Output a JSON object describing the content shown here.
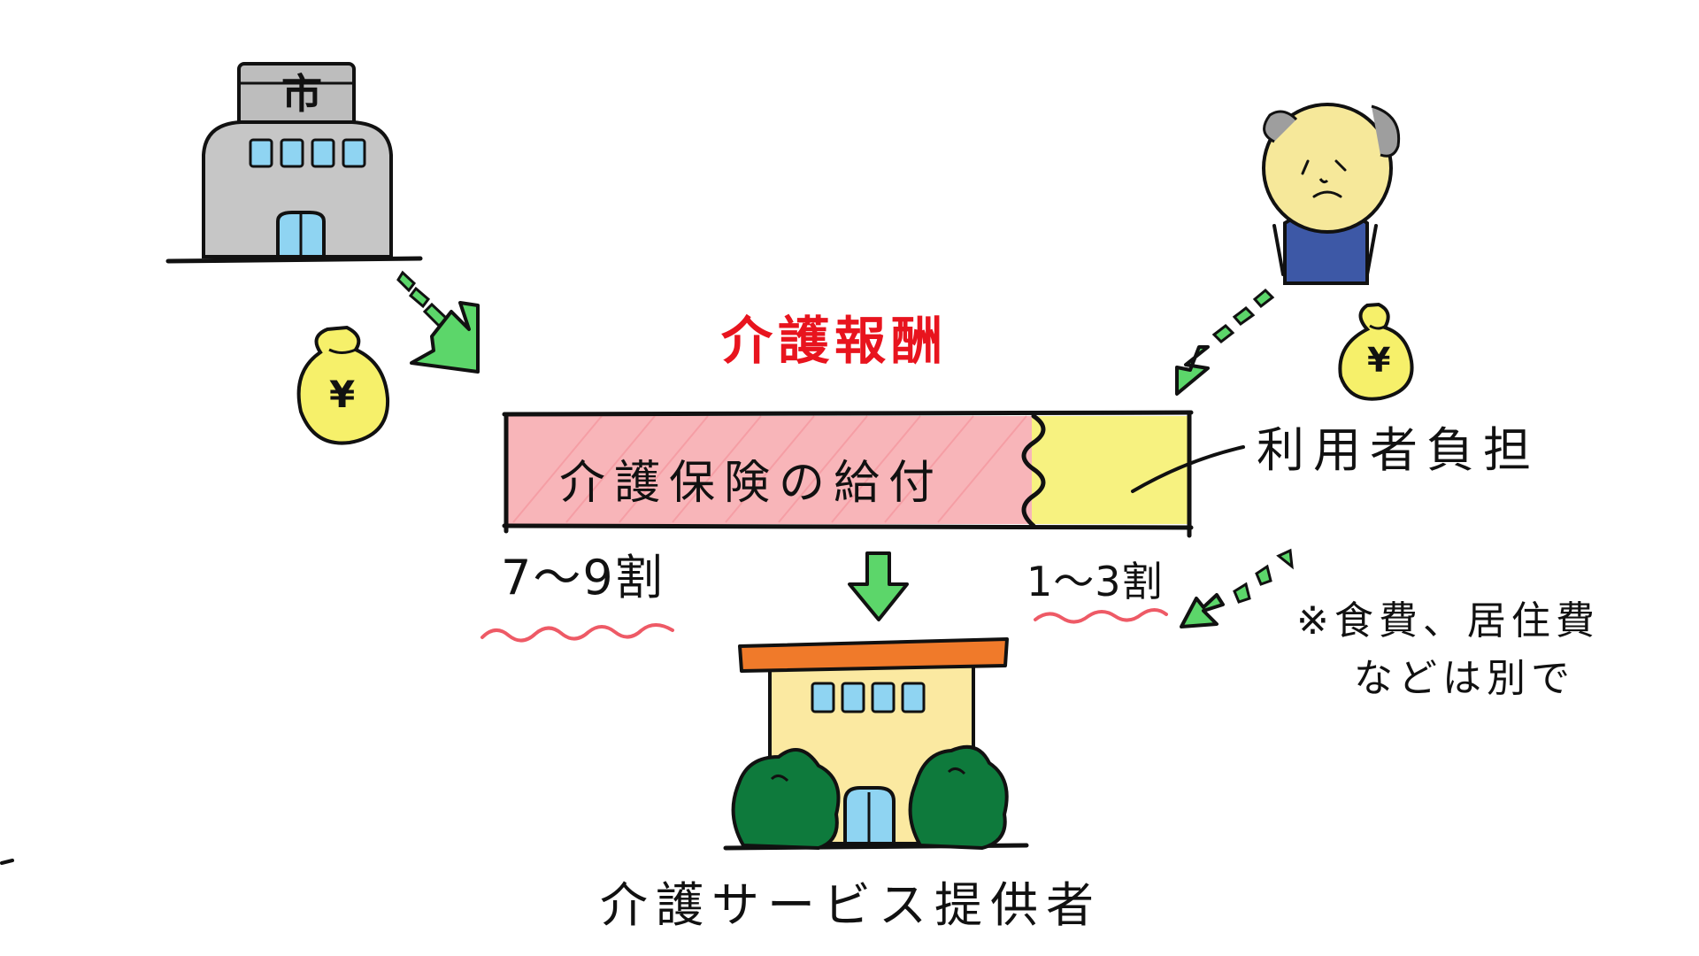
{
  "title": "介護報酬",
  "bar": {
    "left_label": "介護保険の給付",
    "left_share": "7～9割",
    "right_label": "利用者負担",
    "right_share": "1～3割"
  },
  "note": {
    "line1": "※食費、居住費",
    "line2": "などは別で"
  },
  "provider_label": "介護サービス提供者",
  "city_sign": "市",
  "money_symbol": "¥",
  "colors": {
    "title_red": "#e8141e",
    "insurance_fill": "#f7a8ad",
    "user_fill": "#f6f06a",
    "arrow_green": "#5cd66a",
    "underline_red": "#ee5a66",
    "roof_orange": "#f07a2a",
    "tree_green": "#0e7a3c",
    "building_gray": "#bdbdbd",
    "window_blue": "#8fd4f2",
    "person_shirt": "#3d58a6",
    "face_yellow": "#f6e89a"
  },
  "icons": [
    "city-hall-icon",
    "money-bag-icon",
    "elderly-person-icon",
    "green-arrow-icon",
    "care-facility-icon",
    "tree-icon"
  ]
}
